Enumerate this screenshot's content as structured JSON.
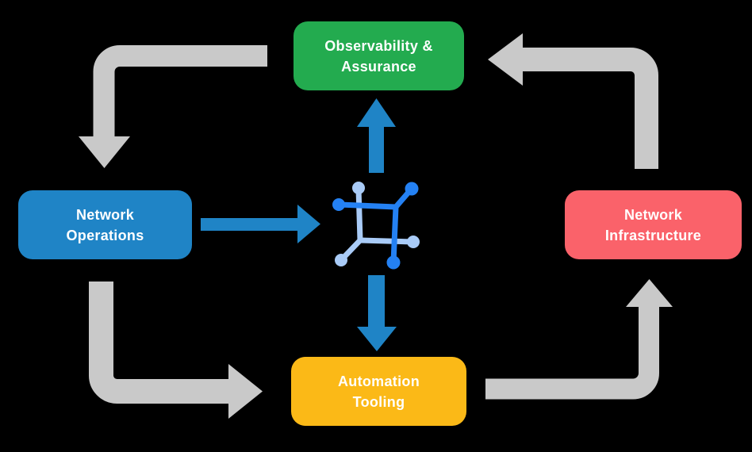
{
  "diagram_title": "Network automation cycle diagram",
  "background": "#000000",
  "nodes": [
    {
      "id": "observability",
      "lines": [
        "Observability &",
        "Assurance"
      ],
      "color": "#23AB4F"
    },
    {
      "id": "network-operations",
      "lines": [
        "Network",
        "Operations"
      ],
      "color": "#1F84C6"
    },
    {
      "id": "network-infrastructure",
      "lines": [
        "Network",
        "Infrastructure"
      ],
      "color": "#FA626A"
    },
    {
      "id": "automation-tooling",
      "lines": [
        "Automation",
        "Tooling"
      ],
      "color": "#FBB917"
    }
  ],
  "center_icon": {
    "name": "network-automation-icon",
    "color_primary": "#2481F3",
    "color_secondary": "#A9CBF7"
  },
  "arrows": {
    "cycle_color": "#C9C9C9",
    "hub_color": "#1F84C6",
    "cycle": [
      {
        "from": "observability",
        "to": "network-operations",
        "points": "down"
      },
      {
        "from": "network-operations",
        "to": "automation-tooling",
        "points": "right"
      },
      {
        "from": "automation-tooling",
        "to": "network-infrastructure",
        "points": "up"
      },
      {
        "from": "network-infrastructure",
        "to": "observability",
        "points": "left"
      }
    ],
    "hub": [
      {
        "from": "network-operations",
        "to": "center-icon",
        "points": "right"
      },
      {
        "from": "center-icon",
        "to": "observability",
        "points": "up"
      },
      {
        "from": "center-icon",
        "to": "automation-tooling",
        "points": "down"
      }
    ]
  }
}
